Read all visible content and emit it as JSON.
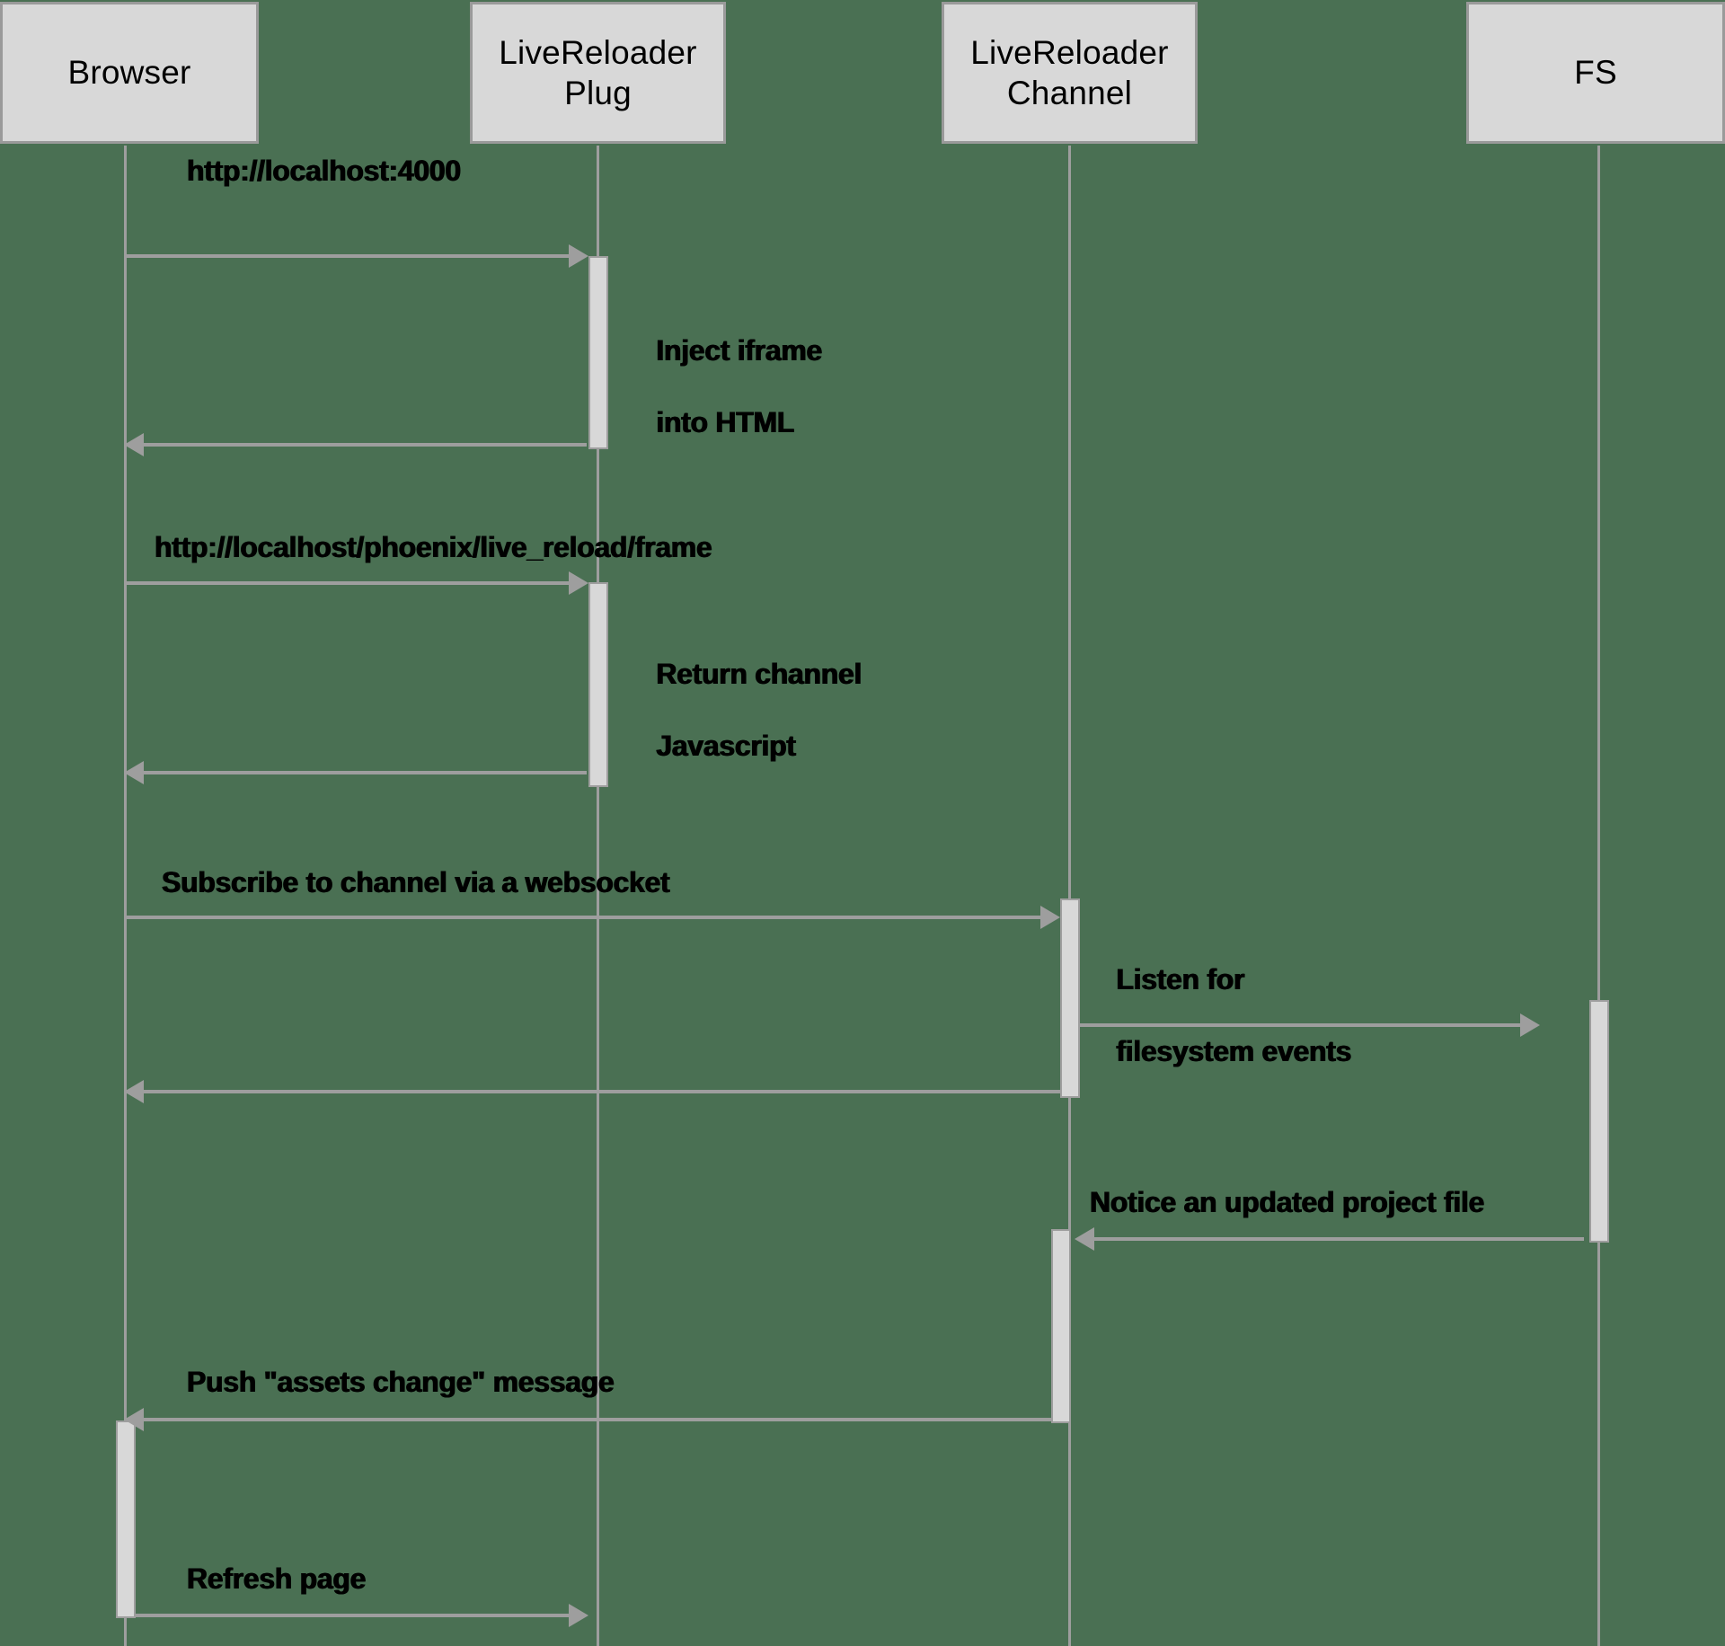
{
  "diagram": {
    "kind": "uml-sequence-diagram",
    "title": "Phoenix LiveReloader sequence",
    "colors": {
      "background": "#4a7053",
      "box_fill": "#d8d8d8",
      "box_border": "#9a9a9a",
      "line": "#9e9e9e",
      "text": "#000000"
    }
  },
  "participants": [
    {
      "id": "browser",
      "name": "Browser",
      "lines": [
        "Browser"
      ]
    },
    {
      "id": "plug",
      "name": "LiveReloader Plug",
      "lines": [
        "LiveReloader",
        "Plug"
      ]
    },
    {
      "id": "channel",
      "name": "LiveReloader Channel",
      "lines": [
        "LiveReloader",
        "Channel"
      ]
    },
    {
      "id": "fs",
      "name": "FS",
      "lines": [
        "FS"
      ]
    }
  ],
  "messages": [
    {
      "id": "m1",
      "label": "http://localhost:4000",
      "from": "browser",
      "to": "plug",
      "direction": "right",
      "kind": "call"
    },
    {
      "id": "m2",
      "label": "Inject iframe\ninto HTML",
      "label_line1": "Inject iframe",
      "label_line2": "into HTML",
      "on": "plug",
      "kind": "note"
    },
    {
      "id": "m3",
      "label": "",
      "from": "plug",
      "to": "browser",
      "direction": "left",
      "kind": "return"
    },
    {
      "id": "m4",
      "label": "http://localhost/phoenix/live_reload/frame",
      "from": "browser",
      "to": "plug",
      "direction": "right",
      "kind": "call"
    },
    {
      "id": "m5",
      "label": "Return channel\nJavascript",
      "label_line1": "Return channel",
      "label_line2": "Javascript",
      "on": "plug",
      "kind": "note"
    },
    {
      "id": "m6",
      "label": "",
      "from": "plug",
      "to": "browser",
      "direction": "left",
      "kind": "return"
    },
    {
      "id": "m7",
      "label": "Subscribe to channel via a websocket",
      "from": "browser",
      "to": "channel",
      "direction": "right",
      "kind": "call"
    },
    {
      "id": "m8",
      "label": "Listen for\nfilesystem events",
      "label_line1": "Listen for",
      "label_line2": "filesystem events",
      "from": "channel",
      "to": "fs",
      "direction": "right",
      "kind": "call"
    },
    {
      "id": "m9",
      "label": "",
      "from": "channel",
      "to": "browser",
      "direction": "left",
      "kind": "return"
    },
    {
      "id": "m10",
      "label": "Notice an updated project file",
      "from": "fs",
      "to": "channel",
      "direction": "left",
      "kind": "call"
    },
    {
      "id": "m11",
      "label": "Push \"assets change\" message",
      "from": "channel",
      "to": "browser",
      "direction": "left",
      "kind": "call"
    },
    {
      "id": "m12",
      "label": "Refresh page",
      "from": "browser",
      "to": "plug",
      "direction": "right",
      "kind": "call"
    }
  ]
}
